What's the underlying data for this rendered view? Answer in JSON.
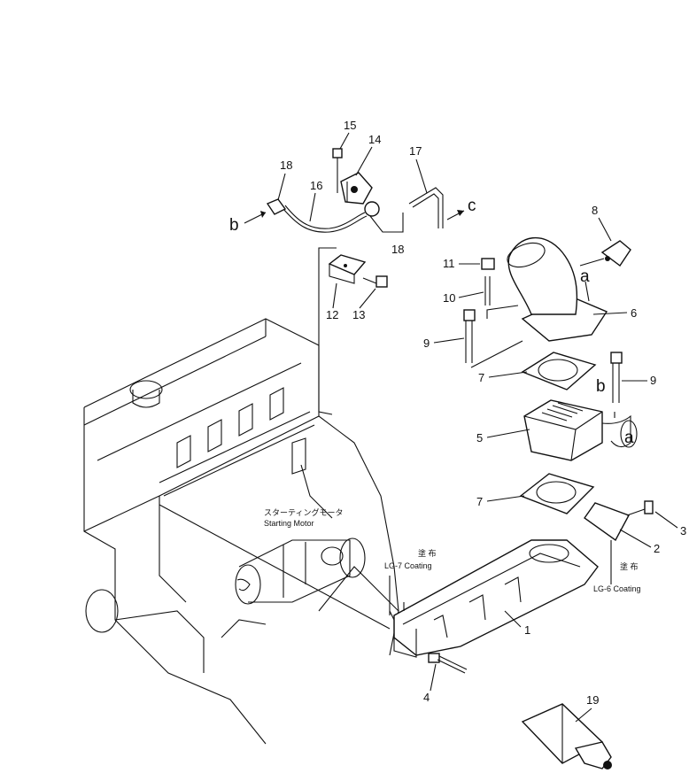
{
  "callouts": {
    "c1": "1",
    "c2": "2",
    "c3": "3",
    "c4": "4",
    "c5": "5",
    "c6": "6",
    "c7a": "7",
    "c7b": "7",
    "c8": "8",
    "c9a": "9",
    "c9b": "9",
    "c10": "10",
    "c11": "11",
    "c12": "12",
    "c13": "13",
    "c14": "14",
    "c15": "15",
    "c16": "16",
    "c17": "17",
    "c18a": "18",
    "c18b": "18",
    "c19": "19"
  },
  "letters": {
    "a_top": "a",
    "a_side": "a",
    "b_left": "b",
    "b_mid": "b",
    "c_right": "c"
  },
  "notes": {
    "starting_motor_jp": "スターティングモータ",
    "starting_motor_en": "Starting  Motor",
    "coating_left_jp": "塗 布",
    "coating_left_en": "LG-7  Coating",
    "coating_right_jp": "塗 布",
    "coating_right_en": "LG-6 Coating"
  }
}
